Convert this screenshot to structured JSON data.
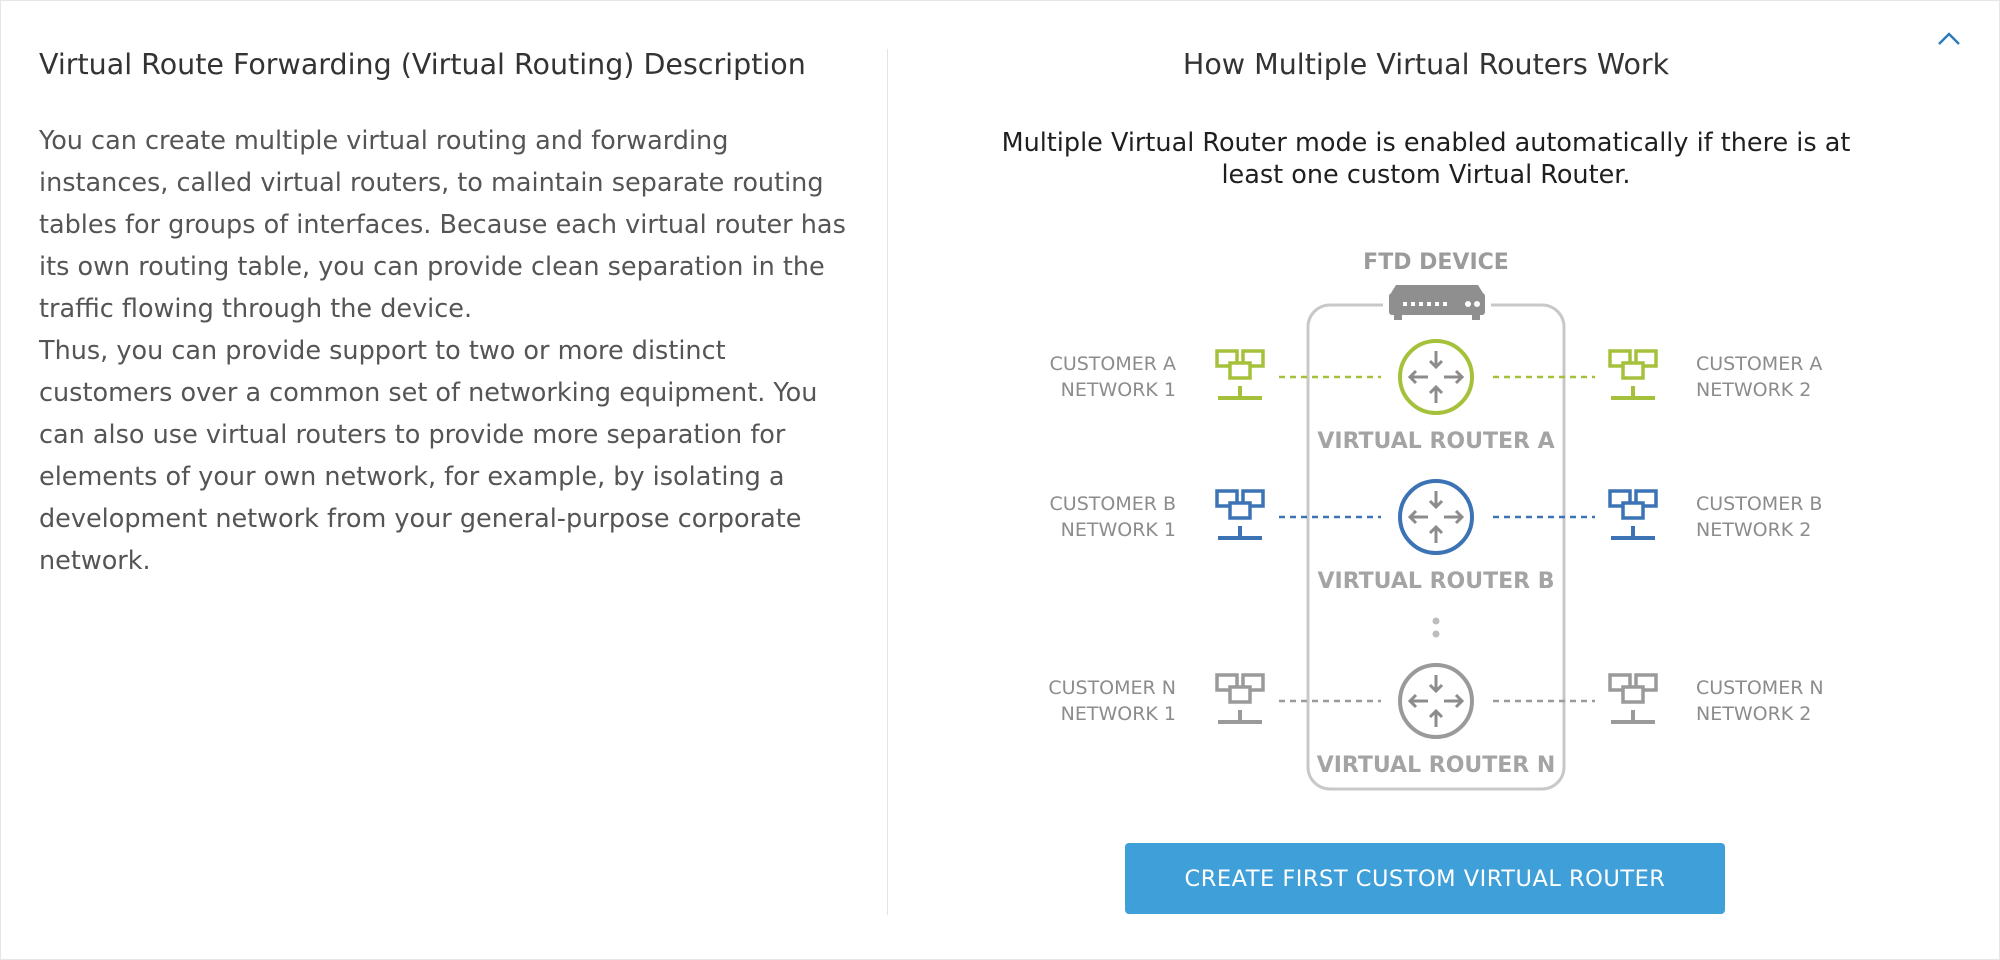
{
  "left": {
    "title": "Virtual Route Forwarding (Virtual Routing) Description",
    "paragraph1": "You can create multiple virtual routing and forwarding instances, called virtual routers, to maintain separate routing tables for groups of interfaces. Because each virtual router has its own routing table, you can provide clean separation in the traffic flowing through the device.",
    "paragraph2": "Thus, you can provide support to two or more distinct customers over a common set of networking equipment. You can also use virtual routers to provide more separation for elements of your own network, for example, by isolating a development network from your general-purpose corporate network."
  },
  "right": {
    "title": "How Multiple Virtual Routers Work",
    "description": "Multiple Virtual Router mode is enabled automatically if there is at least one custom Virtual Router."
  },
  "diagram": {
    "device_label": "FTD DEVICE",
    "routers": [
      {
        "name": "VIRTUAL ROUTER A",
        "color": "#a5c13b",
        "left_label": [
          "CUSTOMER A",
          "NETWORK 1"
        ],
        "right_label": [
          "CUSTOMER A",
          "NETWORK 2"
        ]
      },
      {
        "name": "VIRTUAL ROUTER B",
        "color": "#3b73b5",
        "left_label": [
          "CUSTOMER B",
          "NETWORK 1"
        ],
        "right_label": [
          "CUSTOMER B",
          "NETWORK 2"
        ]
      },
      {
        "name": "VIRTUAL ROUTER N",
        "color": "#9a9a9a",
        "left_label": [
          "CUSTOMER N",
          "NETWORK 1"
        ],
        "right_label": [
          "CUSTOMER N",
          "NETWORK 2"
        ]
      }
    ],
    "label_color": "#8c8c8c",
    "box_color": "#c8c8c8"
  },
  "actions": {
    "create_button": "CREATE FIRST CUSTOM VIRTUAL ROUTER"
  },
  "icons": {
    "collapse": "chevron-up-icon",
    "device": "ftd-device-icon",
    "router": "router-icon",
    "network": "network-icon",
    "ellipsis": "vertical-ellipsis-icon"
  },
  "colors": {
    "accent": "#3f9fd8",
    "chevron": "#2b7ab9"
  }
}
